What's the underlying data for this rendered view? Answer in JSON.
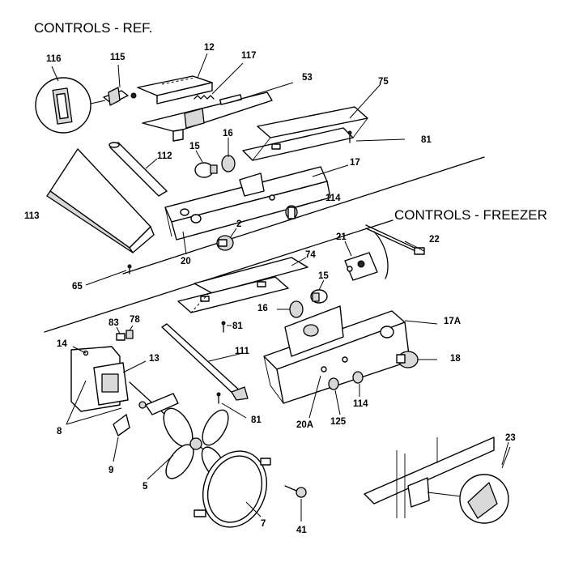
{
  "titles": {
    "ref": "CONTROLS - REF.",
    "freezer": "CONTROLS - FREEZER"
  },
  "labels": {
    "l116": "116",
    "l115": "115",
    "l12": "12",
    "l117": "117",
    "l53": "53",
    "l75": "75",
    "l81a": "81",
    "l16a": "16",
    "l15a": "15",
    "l112": "112",
    "l17": "17",
    "l113": "113",
    "l114a": "114",
    "l2": "2",
    "l20": "20",
    "l22": "22",
    "l21": "21",
    "l74": "74",
    "l15b": "15",
    "l65": "65",
    "l16b": "16",
    "l83": "83",
    "l78": "78",
    "l81b": "81",
    "l17a": "17A",
    "l14": "14",
    "l13": "13",
    "l111": "111",
    "l18": "18",
    "l8": "8",
    "l81c": "81",
    "l20a": "20A",
    "l125": "125",
    "l114b": "114",
    "l9": "9",
    "l5": "5",
    "l23": "23",
    "l7": "7",
    "l41": "41"
  }
}
